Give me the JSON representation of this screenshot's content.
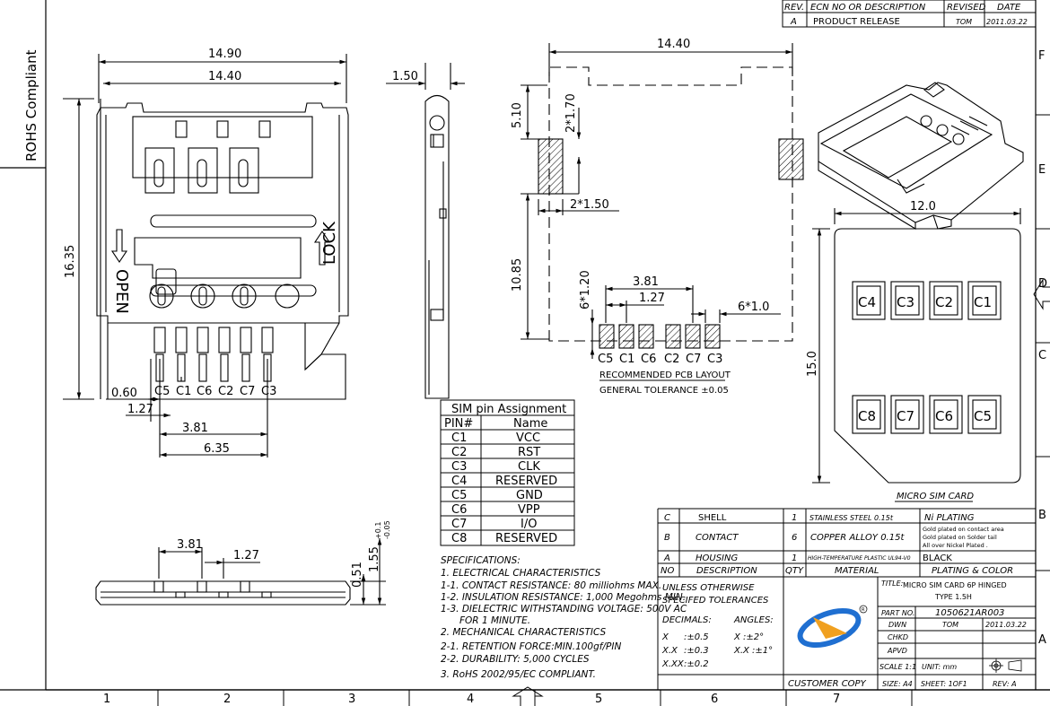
{
  "border": {
    "left_label": "ROHS Compliant",
    "bottom_zones": [
      "1",
      "2",
      "3",
      "4",
      "5",
      "6",
      "7"
    ],
    "right_zones": [
      "F",
      "E",
      "D",
      "C",
      "B",
      "A"
    ]
  },
  "revision_block": {
    "headers": [
      "REV.",
      "ECN NO OR DESCRIPTION",
      "REVISED",
      "DATE"
    ],
    "row": [
      "A",
      "PRODUCT RELEASE",
      "TOM",
      "2011.03.22"
    ]
  },
  "front_view": {
    "dims": {
      "overall_width": "14.90",
      "inner_width": "14.40",
      "height": "16.35",
      "d060": "0.60",
      "d127": "1.27",
      "d381": "3.81",
      "d635": "6.35"
    },
    "pin_labels": [
      "C5",
      "C1",
      "C6",
      "C2",
      "C7",
      "C3"
    ],
    "text_open": "OPEN",
    "text_lock": "LOCK"
  },
  "side_view": {
    "thickness": "1.50"
  },
  "bottom_view": {
    "d381": "3.81",
    "d127": "1.27",
    "d051": "0.51",
    "height": "1.55",
    "tol": "+0.1",
    "tol2": "-0.05"
  },
  "pcb_layout": {
    "dims": {
      "width": "14.40",
      "d510": "5.10",
      "d2x170": "2*1.70",
      "d2x150": "2*1.50",
      "d1085": "10.85",
      "d6x120": "6*1.20",
      "d381": "3.81",
      "d127": "1.27",
      "d6x10": "6*1.0"
    },
    "pin_labels": [
      "C5",
      "C1",
      "C6",
      "C2",
      "C7",
      "C3"
    ],
    "caption": "RECOMMENDED PCB LAYOUT",
    "tolerance": "GENERAL TOLERANCE ±0.05"
  },
  "sim_card": {
    "width": "12.0",
    "height": "15.0",
    "top_row": [
      "C4",
      "C3",
      "C2",
      "C1"
    ],
    "bottom_row": [
      "C8",
      "C7",
      "C6",
      "C5"
    ],
    "caption": "MICRO SIM CARD"
  },
  "pin_table": {
    "title": "SIM pin Assignment",
    "headers": [
      "PIN#",
      "Name"
    ],
    "rows": [
      [
        "C1",
        "VCC"
      ],
      [
        "C2",
        "RST"
      ],
      [
        "C3",
        "CLK"
      ],
      [
        "C4",
        "RESERVED"
      ],
      [
        "C5",
        "GND"
      ],
      [
        "C6",
        "VPP"
      ],
      [
        "C7",
        "I/O"
      ],
      [
        "C8",
        "RESERVED"
      ]
    ]
  },
  "specifications": [
    "SPECIFICATIONS:",
    "1. ELECTRICAL CHARACTERISTICS",
    "1-1. CONTACT RESISTANCE: 80 milliohms  MAX.",
    "1-2. INSULATION RESISTANCE: 1,000 Megohms MIN.",
    "1-3. DIELECTRIC WITHSTANDING VOLTAGE: 500V AC",
    "FOR 1 MINUTE.",
    "2. MECHANICAL CHARACTERISTICS",
    "2-1. RETENTION FORCE:MIN.100gf/PIN",
    "2-2. DURABILITY: 5,000 CYCLES",
    "3. RoHS 2002/95/EC COMPLIANT."
  ],
  "bom": {
    "rows": [
      [
        "C",
        "SHELL",
        "1",
        "STAINLESS STEEL 0.15t",
        "Ni PLATING"
      ],
      [
        "B",
        "CONTACT",
        "6",
        "COPPER ALLOY 0.15t",
        "Gold plated on contact area|Gold plated on Solder tail|All over Nickel Plated ."
      ],
      [
        "A",
        "HOUSING",
        "1",
        "HIGH-TEMPERATURE PLASTIC UL94-V0",
        "BLACK"
      ]
    ],
    "headers": [
      "NO",
      "DESCRIPTION",
      "QTY",
      "MATERIAL",
      "PLATING & COLOR"
    ]
  },
  "title_block": {
    "tolerance_title": [
      "UNLESS OTHERWISE",
      "SPECIFED TOLERANCES"
    ],
    "dec_header": [
      "DECIMALS:",
      "ANGLES:"
    ],
    "dec_rows": [
      [
        "X",
        "  :±0.5",
        "X  :±2°"
      ],
      [
        "X.X",
        "  :±0.3",
        "X.X :±1°"
      ],
      [
        "X.XX",
        "  :±0.2",
        ""
      ]
    ],
    "title_label": "TITLE:",
    "title": [
      "MICRO SIM CARD 6P HINGED",
      "TYPE 1.5H"
    ],
    "part_no_label": "PART NO.",
    "part_no": "1050621AR003",
    "dwn_label": "DWN",
    "dwn": "TOM",
    "dwn_date": "2011.03.22",
    "chkd_label": "CHKD",
    "apvd_label": "APVD",
    "scale": "SCALE 1:1",
    "unit": "UNIT:  mm",
    "copy": "CUSTOMER COPY",
    "size": "SIZE: A4",
    "sheet": "SHEET: 1OF1",
    "rev": "REV:  A"
  }
}
